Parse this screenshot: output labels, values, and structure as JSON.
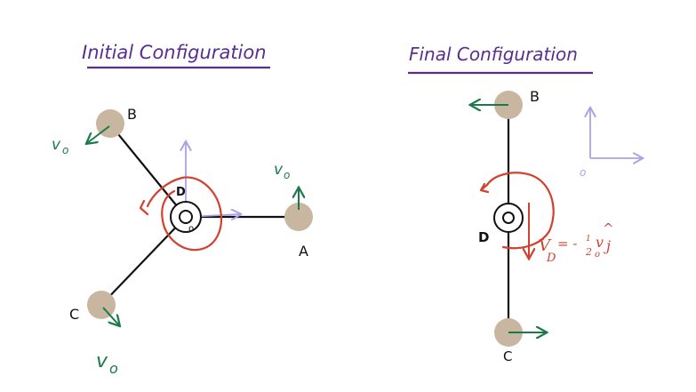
{
  "titles": {
    "initial": "Initial Configuration",
    "final": "Final Configuration"
  },
  "initial": {
    "labels": {
      "a": "A",
      "b": "B",
      "c": "C",
      "d": "D",
      "origin": "o"
    },
    "velocity_labels": {
      "top": "v",
      "top_sub": "o",
      "left": "v",
      "left_sub": "o",
      "bottom": "v",
      "bottom_sub": "o"
    }
  },
  "final": {
    "labels": {
      "b": "B",
      "c": "C",
      "d": "D",
      "origin": "o"
    },
    "velocity_expr": {
      "v": "V",
      "sub": "D",
      "eq": "= -",
      "frac_num": "1",
      "frac_den": "2",
      "v0": "v",
      "v0_sub": "o",
      "unit": "j",
      "hat": "^"
    }
  },
  "colors": {
    "title_purple": "#5b2d91",
    "velocity_green": "#1b7a4c",
    "rotation_red": "#d2412e",
    "axes_lavender": "#a9a3e8",
    "ball_tan": "#c8b6a0",
    "rod_black": "#111111"
  }
}
